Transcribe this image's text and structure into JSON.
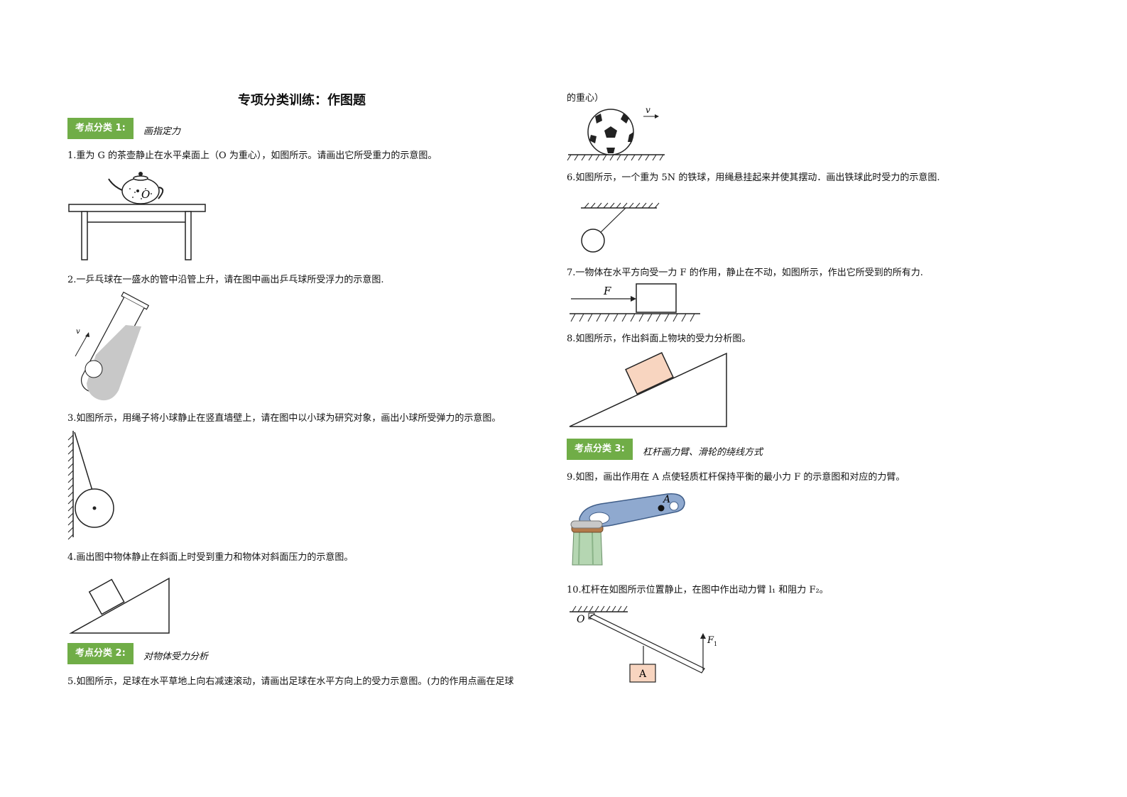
{
  "title": "专项分类训练：作图题",
  "sections": [
    {
      "badge": "考点分类 1:",
      "name": "画指定力"
    },
    {
      "badge": "考点分类 2:",
      "name": "对物体受力分析"
    },
    {
      "badge": "考点分类 3:",
      "name": "杠杆画力臂、滑轮的绕线方式"
    }
  ],
  "questions": {
    "q1": "1.重为 G 的茶壶静止在水平桌面上（O 为重心），如图所示。请画出它所受重力的示意图。",
    "q2": "2.一乒乓球在一盛水的管中沿管上升，请在图中画出乒乓球所受浮力的示意图.",
    "q3": "3.如图所示，用绳子将小球静止在竖直墙壁上，请在图中以小球为研究对象，画出小球所受弹力的示意图。",
    "q4": "4.画出图中物体静止在斜面上时受到重力和物体对斜面压力的示意图。",
    "q5_line1": "5.如图所示，足球在水平草地上向右减速滚动，请画出足球在水平方向上的受力示意图。(力的作用点画在足球",
    "q5_line2": "的重心）",
    "q6": "6.如图所示，一个重为 5N 的铁球，用绳悬挂起来并使其摆动．画出铁球此时受力的示意图.",
    "q7": "7.一物体在水平方向受一力 F 的作用，静止在不动，如图所示，作出它所受到的所有力.",
    "q8": "8.如图所示，作出斜面上物块的受力分析图。",
    "q9": "9.如图，画出作用在 A 点使轻质杠杆保持平衡的最小力 F 的示意图和对应的力臂。",
    "q10": "10.杠杆在如图所示位置静止，在图中作出动力臂 l₁ 和阻力 F₂。"
  },
  "figure_labels": {
    "teapot_center": "O",
    "tube_velocity": "v",
    "ball_velocity": "v",
    "force_f": "F",
    "opener_point": "A",
    "lever_pivot": "O",
    "lever_force": "F",
    "lever_force_sub": "1",
    "block": "A"
  },
  "colors": {
    "badge": "#70ad47",
    "water": "#c8c8c8",
    "block_fill": "#f8d5c0",
    "opener": "#8fa9cf",
    "bottle": "#b5d6b2"
  }
}
